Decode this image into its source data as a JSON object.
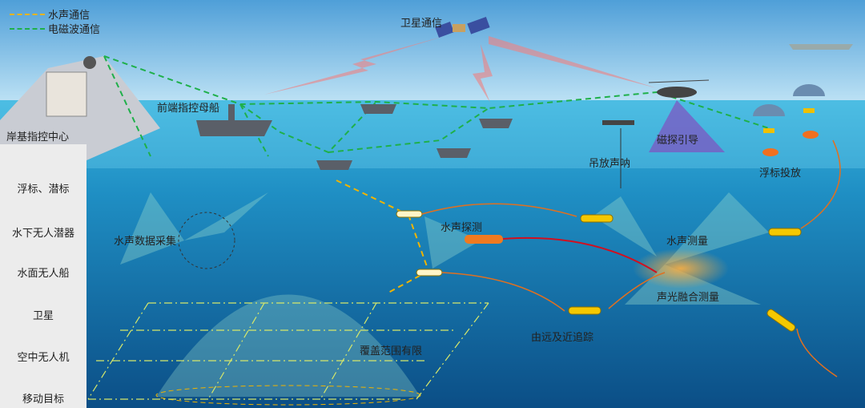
{
  "legend": [
    {
      "label": "水声通信",
      "color": "#f0b400"
    },
    {
      "label": "电磁波通信",
      "color": "#1fb04a"
    }
  ],
  "labels": {
    "shore_center": "岸基指控中心",
    "mother_ship": "前端指控母船",
    "satellite_comm": "卫星通信",
    "magnetic_guidance": "磁探引导",
    "dipping_sonar": "吊放声呐",
    "buoy_deploy": "浮标投放",
    "acoustic_data": "水声数据采集",
    "acoustic_detect": "水声探测",
    "acoustic_measure": "水声测量",
    "fusion_measure": "声光融合测量",
    "tracking": "由远及近追踪",
    "coverage": "覆盖范围有限"
  },
  "sidebar": [
    "浮标、潜标",
    "水下无人潜器",
    "水面无人船",
    "卫星",
    "空中无人机",
    "移动目标"
  ]
}
